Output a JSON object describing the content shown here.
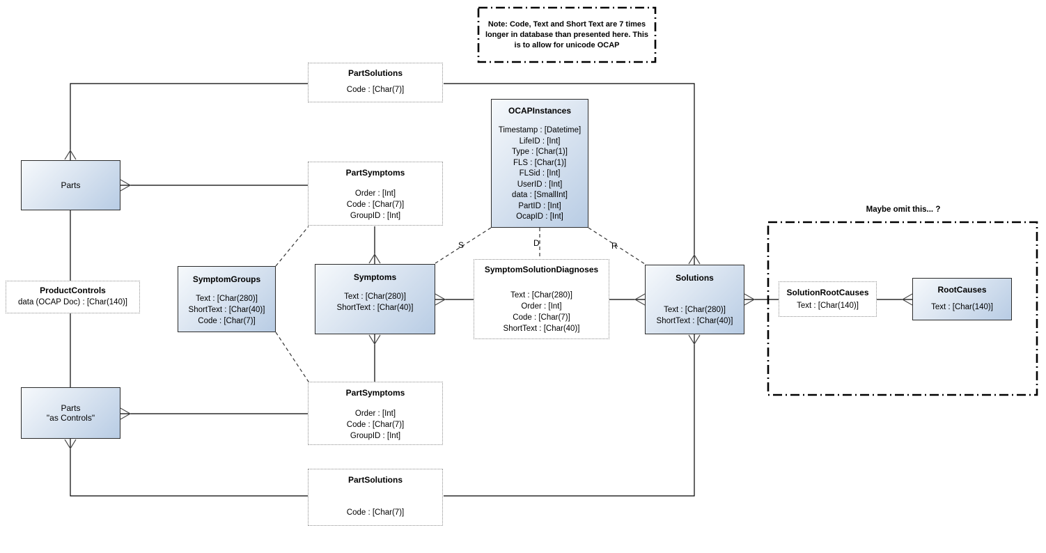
{
  "note": {
    "text": "Note: Code, Text and Short Text are 7 times longer in database than presented here. This is to allow for unicode OCAP"
  },
  "labels": {
    "maybe_omit": "Maybe omit this... ?",
    "rel_s": "S",
    "rel_d": "D",
    "rel_r": "R"
  },
  "colors": {
    "entity_fill_light": "#f6f9fc",
    "entity_fill_dark": "#b8cce4",
    "entity_border": "#2b2b2b",
    "connector": "#000000",
    "dotted_border": "#8c8c8c"
  },
  "entities": {
    "part_solutions_top": {
      "title": "PartSolutions",
      "fields": [
        "Code : [Char(7)]"
      ]
    },
    "ocap_instances": {
      "title": "OCAPInstances",
      "fields": [
        "Timestamp : [Datetime]",
        "LifeID : [Int]",
        "Type : [Char(1)]",
        "FLS : [Char(1)]",
        "FLSid : [Int]",
        "UserID : [Int]",
        "data : [SmallInt]",
        "PartID : [Int]",
        "OcapID : [Int]"
      ]
    },
    "parts": {
      "title": "Parts"
    },
    "part_symptoms_top": {
      "title": "PartSymptoms",
      "fields": [
        "Order : [Int]",
        "Code : [Char(7)]",
        "GroupID : [Int]"
      ]
    },
    "symptom_groups": {
      "title": "SymptomGroups",
      "fields": [
        "Text : [Char(280)]",
        "ShortText : [Char(40)]",
        "Code : [Char(7)]"
      ]
    },
    "symptoms": {
      "title": "Symptoms",
      "fields": [
        "Text : [Char(280)]",
        "ShortText : [Char(40)]"
      ]
    },
    "symptom_solution_diagnoses": {
      "title": "SymptomSolutionDiagnoses",
      "fields": [
        "Text : [Char(280)]",
        "Order : [Int]",
        "Code : [Char(7)]",
        "ShortText : [Char(40)]"
      ]
    },
    "solutions": {
      "title": "Solutions",
      "fields": [
        "Text : [Char(280)]",
        "ShortText : [Char(40)]"
      ]
    },
    "solution_root_causes": {
      "title": "SolutionRootCauses",
      "fields": [
        "Text : [Char(140)]"
      ]
    },
    "root_causes": {
      "title": "RootCauses",
      "fields": [
        "Text : [Char(140)]"
      ]
    },
    "product_controls": {
      "title": "ProductControls",
      "fields": [
        "data (OCAP Doc) : [Char(140)]"
      ]
    },
    "parts_as_controls": {
      "title": "Parts",
      "subtitle": "\"as Controls\""
    },
    "part_symptoms_bottom": {
      "title": "PartSymptoms",
      "fields": [
        "Order : [Int]",
        "Code : [Char(7)]",
        "GroupID : [Int]"
      ]
    },
    "part_solutions_bottom": {
      "title": "PartSolutions",
      "fields": [
        "Code : [Char(7)]"
      ]
    }
  }
}
